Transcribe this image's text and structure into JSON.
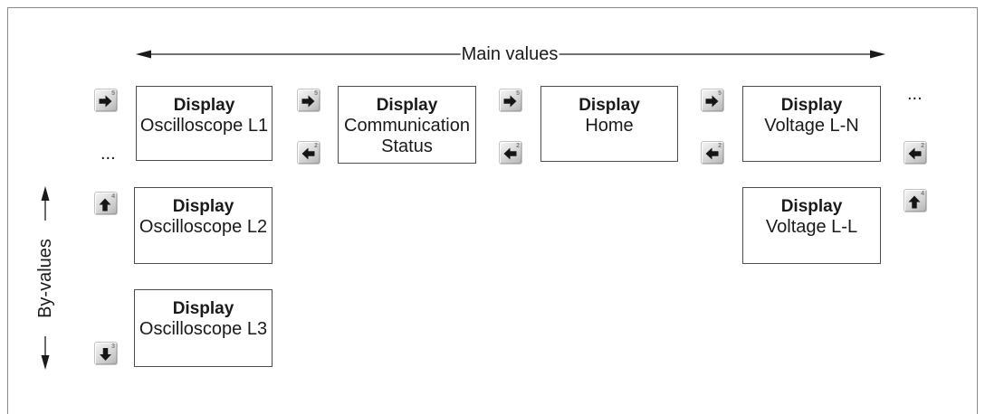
{
  "diagram": {
    "main_values_label": "Main values",
    "by_values_label": "By-values",
    "ellipsis": "..."
  },
  "keys": {
    "right": {
      "icon": "arrow-right-icon",
      "number": "5"
    },
    "left": {
      "icon": "arrow-left-icon",
      "number": "2"
    },
    "up": {
      "icon": "arrow-up-icon",
      "number": "4"
    },
    "down": {
      "icon": "arrow-down-icon",
      "number": "3"
    }
  },
  "screens": [
    {
      "title": "Display",
      "lines": [
        "Oscilloscope L1"
      ]
    },
    {
      "title": "Display",
      "lines": [
        "Communication",
        "Status"
      ]
    },
    {
      "title": "Display",
      "lines": [
        "Home"
      ]
    },
    {
      "title": "Display",
      "lines": [
        "Voltage L-N"
      ]
    },
    {
      "title": "Display",
      "lines": [
        "Oscilloscope L2"
      ]
    },
    {
      "title": "Display",
      "lines": [
        "Voltage L-L"
      ]
    },
    {
      "title": "Display",
      "lines": [
        "Oscilloscope L3"
      ]
    }
  ],
  "colors": {
    "line": "#1a1a1a",
    "frame": "#8a8a8a",
    "box_border": "#4d4d4d",
    "key_face": "#d9d9d9"
  }
}
